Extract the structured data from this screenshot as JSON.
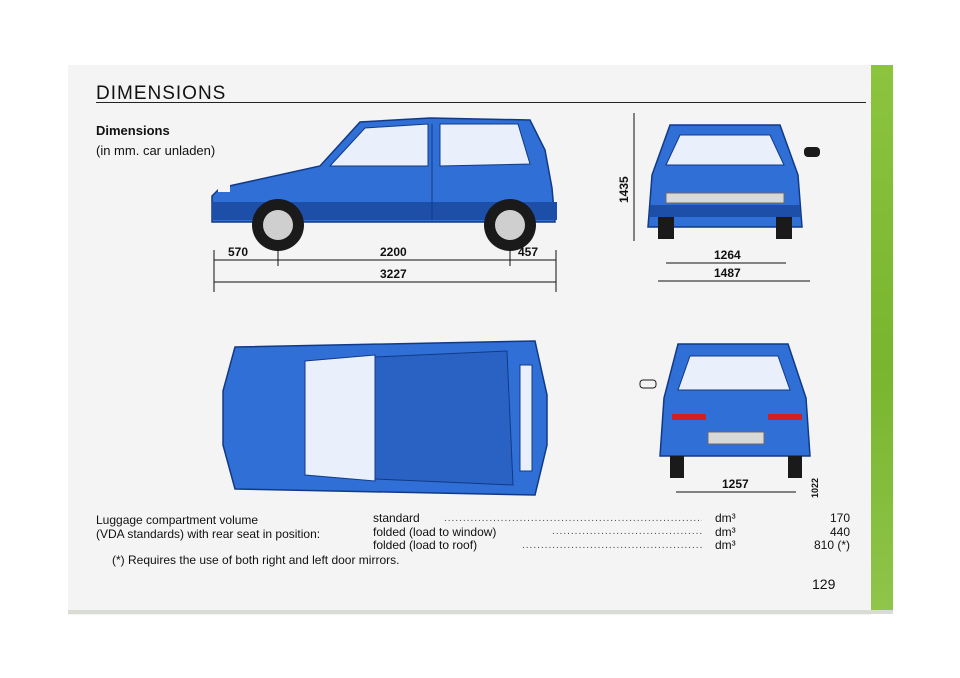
{
  "header": {
    "section_title": "DIMENSIONS"
  },
  "intro": {
    "heading": "Dimensions",
    "note": "(in mm. car unladen)"
  },
  "dimensions": {
    "front_overhang": "570",
    "wheelbase": "2200",
    "rear_overhang": "457",
    "overall_length": "3227",
    "height": "1435",
    "front_track": "1264",
    "overall_width": "1487",
    "rear_track": "1257",
    "ground_clearance": "1022"
  },
  "luggage": {
    "label_line1": "Luggage compartment volume",
    "label_line2": "(VDA standards) with rear seat in position:",
    "rows": [
      {
        "position": "standard",
        "unit": "dm³",
        "value": "170"
      },
      {
        "position": "folded (load to window)",
        "unit": "dm³",
        "value": "440"
      },
      {
        "position": "folded (load to roof)",
        "unit": "dm³",
        "value": "810 (*)"
      }
    ]
  },
  "footnote": "(*)  Requires the use of both right and left door mirrors.",
  "page_number": "129",
  "colors": {
    "car_body": "#2f6fd6",
    "car_dark": "#1d4ea8",
    "accent_green": "#7fba34"
  }
}
